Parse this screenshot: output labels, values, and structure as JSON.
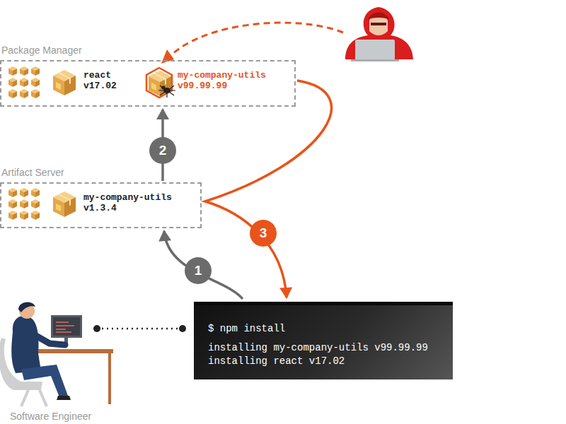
{
  "diagram": {
    "nodes": [
      {
        "text": [
          "Package Manager"
        ]
      },
      {
        "text": [
          "react v17.02"
        ],
        "in": 0
      },
      {
        "text": [
          "my-company-utils v99.99.99"
        ],
        "in": 0
      },
      {
        "text": [
          "Artifact Server"
        ]
      },
      {
        "text": [
          "my-company-utils v1.3.4"
        ],
        "in": 3
      },
      {
        "text": [
          "$ npm install",
          "installing my-company-utils v99.99.99",
          "installing react v17.02"
        ]
      }
    ],
    "edges": [
      {
        "from": 5,
        "to": 3,
        "arrow": "to",
        "label": "1"
      },
      {
        "from": 3,
        "to": 0,
        "arrow": "to",
        "label": "2"
      },
      {
        "from": 2,
        "to": 5,
        "arrow": "to",
        "label": "3"
      }
    ],
    "labels": [
      "Software Engineer"
    ]
  }
}
